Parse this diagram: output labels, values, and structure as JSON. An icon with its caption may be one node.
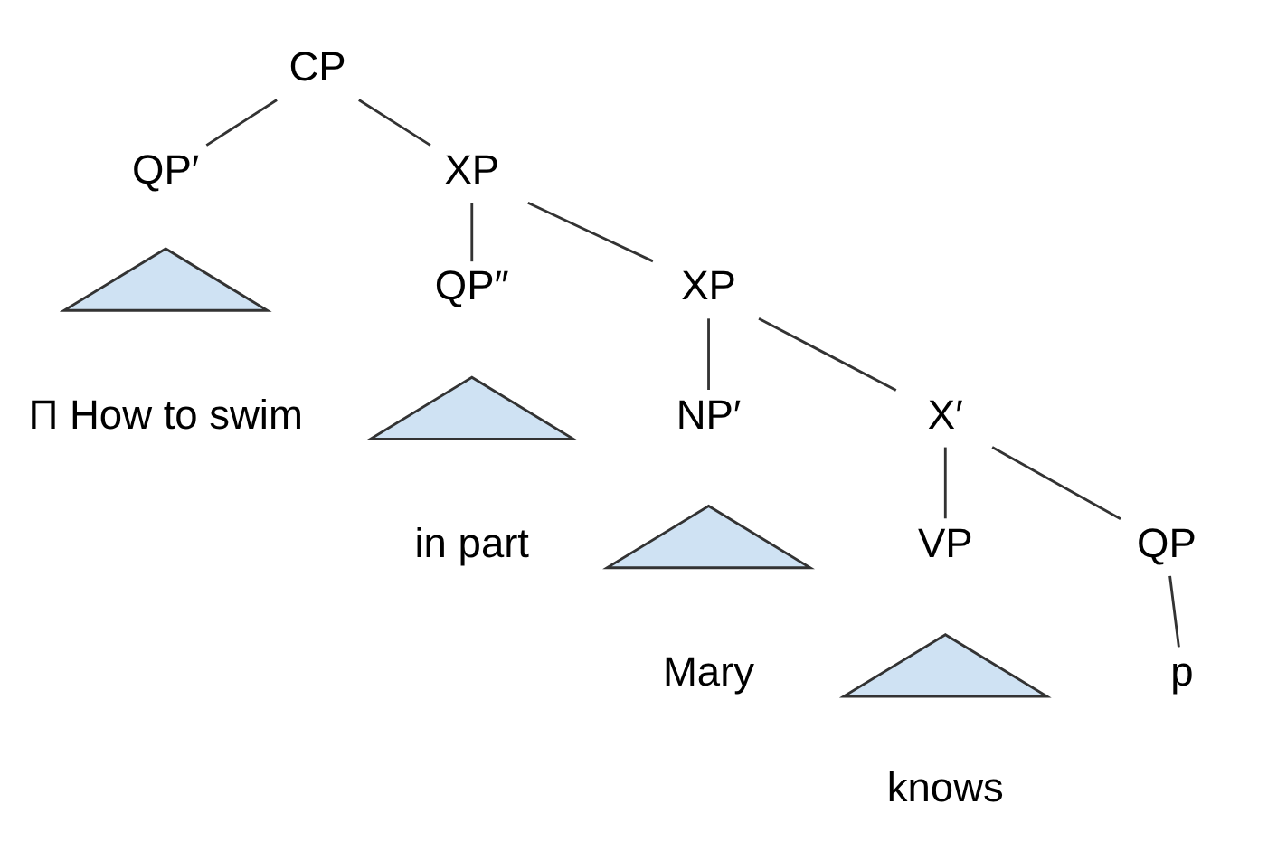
{
  "diagram": {
    "nodes": [
      {
        "text": [
          "CP"
        ]
      },
      {
        "text": [
          "QP′"
        ]
      },
      {
        "text": [
          "XP"
        ]
      },
      {
        "text": [],
        "shape": "triangle",
        "beside": [
          "Π How to swim"
        ]
      },
      {
        "text": [
          "QP″"
        ]
      },
      {
        "text": [
          "XP"
        ]
      },
      {
        "text": [],
        "shape": "triangle",
        "beside": [
          "in part"
        ]
      },
      {
        "text": [
          "NP′"
        ]
      },
      {
        "text": [
          "X′"
        ]
      },
      {
        "text": [],
        "shape": "triangle",
        "beside": [
          "Mary"
        ]
      },
      {
        "text": [
          "VP"
        ]
      },
      {
        "text": [
          "QP"
        ]
      },
      {
        "text": [],
        "shape": "triangle",
        "beside": [
          "knows"
        ]
      },
      {
        "text": [
          "p"
        ]
      }
    ],
    "edges": [
      {
        "from": 0,
        "to": 1,
        "arrow": "none"
      },
      {
        "from": 0,
        "to": 2,
        "arrow": "none"
      },
      {
        "from": 2,
        "to": 4,
        "arrow": "none"
      },
      {
        "from": 2,
        "to": 5,
        "arrow": "none"
      },
      {
        "from": 5,
        "to": 7,
        "arrow": "none"
      },
      {
        "from": 5,
        "to": 8,
        "arrow": "none"
      },
      {
        "from": 8,
        "to": 10,
        "arrow": "none"
      },
      {
        "from": 8,
        "to": 11,
        "arrow": "none"
      },
      {
        "from": 11,
        "to": 13,
        "arrow": "none"
      }
    ]
  }
}
